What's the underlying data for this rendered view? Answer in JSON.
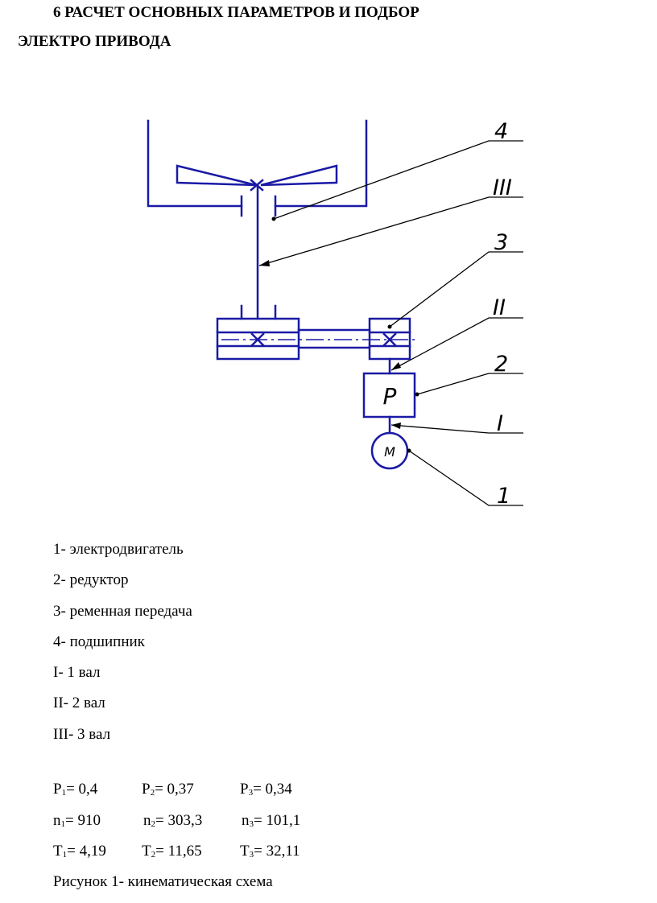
{
  "heading": {
    "line1": "6 РАСЧЕТ ОСНОВНЫХ ПАРАМЕТРОВ И ПОДБОР",
    "line2": "ЭЛЕКТРО ПРИВОДА"
  },
  "diagram": {
    "reducer_symbol": "P",
    "motor_symbol": "M",
    "callouts": [
      "4",
      "III",
      "3",
      "II",
      "2",
      "I",
      "1"
    ],
    "line_color": "#1a1aa6",
    "leader_color": "#000000"
  },
  "legend": [
    "1- электродвигатель",
    "2- редуктор",
    "3- ременная передача",
    "4- подшипник",
    "I- 1 вал",
    "II- 2 вал",
    "III- 3 вал"
  ],
  "params": [
    [
      {
        "sym": "P",
        "idx": "1",
        "val": "= 0,4"
      },
      {
        "sym": "P",
        "idx": "2",
        "val": "= 0,37"
      },
      {
        "sym": "P",
        "idx": "3",
        "val": "= 0,34"
      }
    ],
    [
      {
        "sym": "n",
        "idx": "1",
        "val": "= 910"
      },
      {
        "sym": "n",
        "idx": "2",
        "val": "= 303,3"
      },
      {
        "sym": "n",
        "idx": "3",
        "val": "= 101,1"
      }
    ],
    [
      {
        "sym": "T",
        "idx": "1",
        "val": "= 4,19"
      },
      {
        "sym": "T",
        "idx": "2",
        "val": "= 11,65"
      },
      {
        "sym": "T",
        "idx": "3",
        "val": "= 32,11"
      }
    ]
  ],
  "caption": "Рисунок 1- кинематическая схема"
}
